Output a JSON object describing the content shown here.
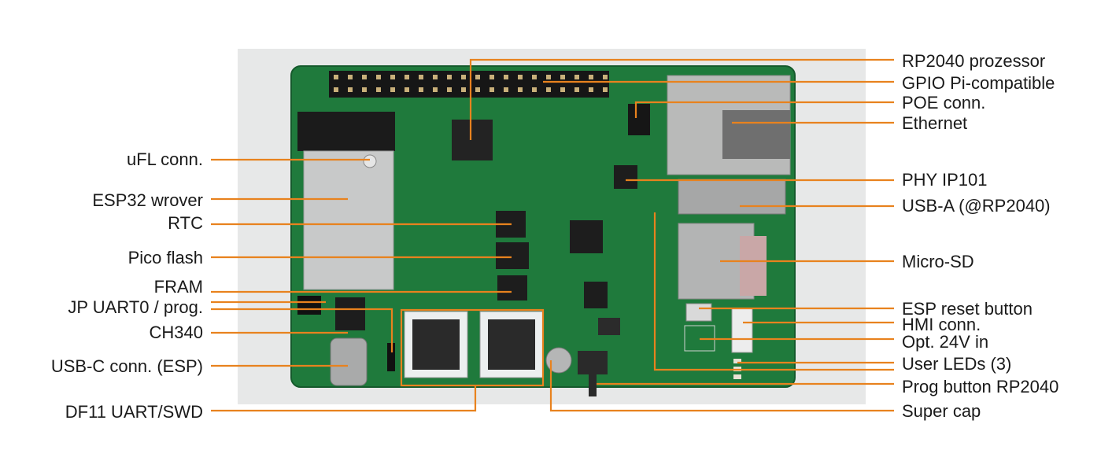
{
  "colors": {
    "leader_line": "#e8821e",
    "pcb_green": "#1f7a3c",
    "background_photo": "#e9eaea",
    "label_text": "#1a1a1a"
  },
  "left_labels": [
    "uFL conn.",
    "ESP32 wrover",
    "RTC",
    "Pico flash",
    "FRAM",
    "JP UART0 / prog.",
    "CH340",
    "USB-C conn. (ESP)",
    "DF11 UART/SWD"
  ],
  "right_labels": [
    "RP2040 prozessor",
    "GPIO Pi-compatible",
    "POE conn.",
    "Ethernet",
    "PHY IP101",
    "USB-A (@RP2040)",
    "Micro-SD",
    "ESP reset button",
    "HMI conn.",
    "Opt. 24V in",
    "User LEDs (3)",
    "Prog button RP2040",
    "Super cap"
  ]
}
